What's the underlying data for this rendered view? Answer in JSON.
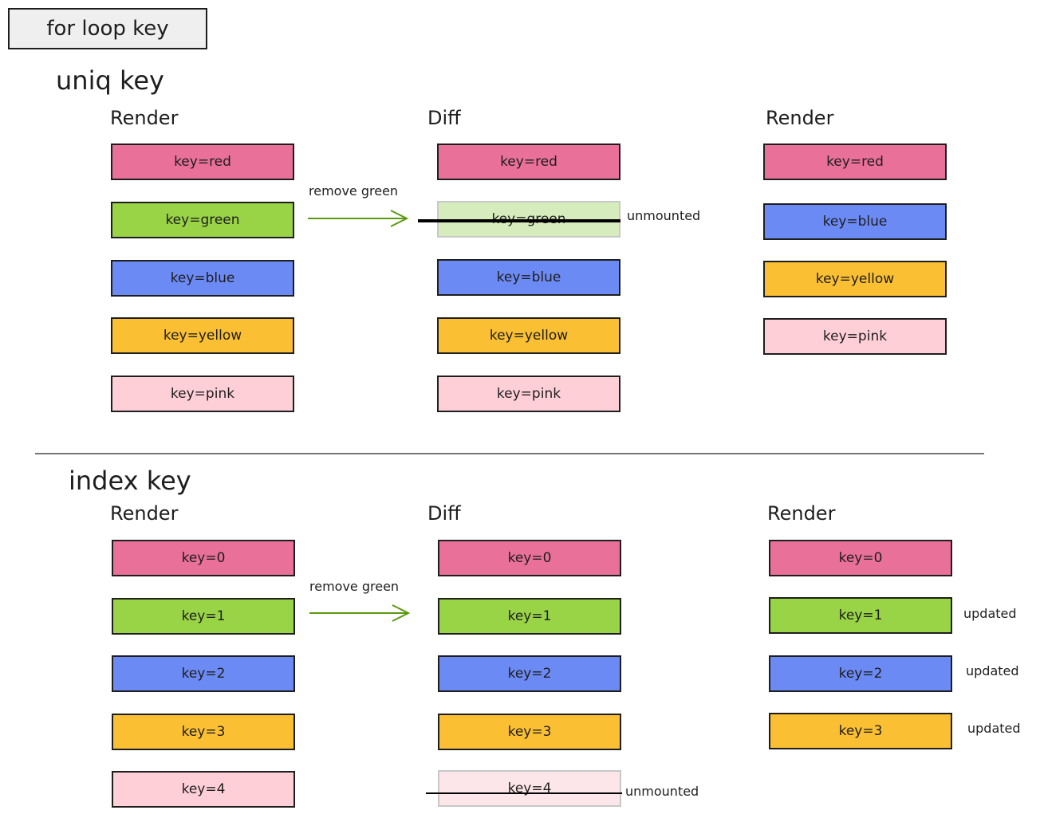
{
  "title": "for loop key",
  "sections": {
    "uniq": {
      "title": "uniq key",
      "col1_head": "Render",
      "col2_head": "Diff",
      "col3_head": "Render",
      "arrow_label": "remove green",
      "col1": [
        "key=red",
        "key=green",
        "key=blue",
        "key=yellow",
        "key=pink"
      ],
      "col2": [
        "key=red",
        "key=green",
        "key=blue",
        "key=yellow",
        "key=pink"
      ],
      "col3": [
        "key=red",
        "key=blue",
        "key=yellow",
        "key=pink"
      ],
      "unmounted_note": "unmounted"
    },
    "index": {
      "title": "index key",
      "col1_head": "Render",
      "col2_head": "Diff",
      "col3_head": "Render",
      "arrow_label": "remove green",
      "col1": [
        "key=0",
        "key=1",
        "key=2",
        "key=3",
        "key=4"
      ],
      "col2": [
        "key=0",
        "key=1",
        "key=2",
        "key=3",
        "key=4"
      ],
      "col3": [
        "key=0",
        "key=1",
        "key=2",
        "key=3"
      ],
      "unmounted_note": "unmounted",
      "updated_notes": [
        "updated",
        "updated",
        "updated"
      ]
    }
  },
  "colors": {
    "red": "#e97098",
    "green": "#99d346",
    "blue": "#6c8af3",
    "yellow": "#fbbf33",
    "pink": "#ffcfd8",
    "arrow": "#5a9a10"
  }
}
